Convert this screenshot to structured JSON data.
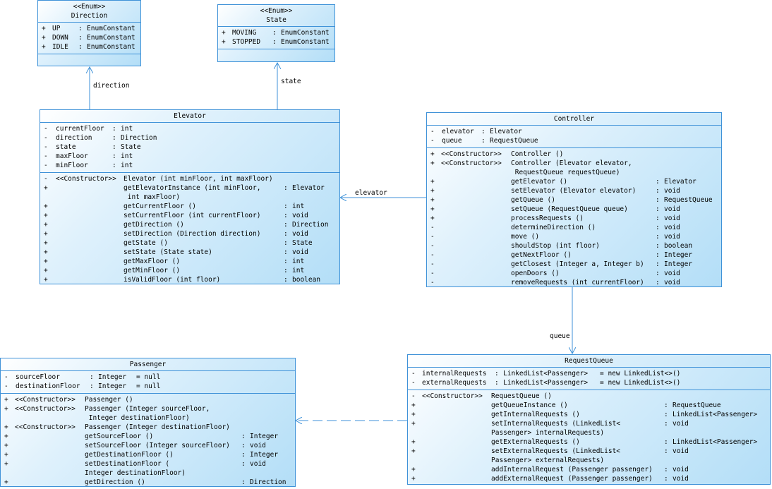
{
  "classes": [
    {
      "id": "direction",
      "stereotype": "<<Enum>>",
      "name": "Direction",
      "attributes": [
        [
          "+",
          "UP",
          "EnumConstant",
          ""
        ],
        [
          "+",
          "DOWN",
          "EnumConstant",
          ""
        ],
        [
          "+",
          "IDLE",
          "EnumConstant",
          ""
        ]
      ],
      "methods": []
    },
    {
      "id": "state",
      "stereotype": "<<Enum>>",
      "name": "State",
      "attributes": [
        [
          "+",
          "MOVING",
          "EnumConstant",
          ""
        ],
        [
          "+",
          "STOPPED",
          "EnumConstant",
          ""
        ]
      ],
      "methods": []
    },
    {
      "id": "elevator",
      "stereotype": "",
      "name": "Elevator",
      "attributes": [
        [
          "-",
          "currentFloor",
          "int",
          ""
        ],
        [
          "-",
          "direction",
          "Direction",
          ""
        ],
        [
          "-",
          "state",
          "State",
          ""
        ],
        [
          "-",
          "maxFloor",
          "int",
          ""
        ],
        [
          "-",
          "minFloor",
          "int",
          ""
        ]
      ],
      "methods": [
        [
          "-",
          "<<Constructor>>",
          "Elevator (int minFloor, int maxFloor)",
          ""
        ],
        [
          "+",
          "",
          "getElevatorInstance (int minFloor,",
          "Elevator"
        ],
        [
          "",
          "",
          " int maxFloor)",
          ""
        ],
        [
          "+",
          "",
          "getCurrentFloor ()",
          "int"
        ],
        [
          "+",
          "",
          "setCurrentFloor (int currentFloor)",
          "void"
        ],
        [
          "+",
          "",
          "getDirection ()",
          "Direction"
        ],
        [
          "+",
          "",
          "setDirection (Direction direction)",
          "void"
        ],
        [
          "+",
          "",
          "getState ()",
          "State"
        ],
        [
          "+",
          "",
          "setState (State state)",
          "void"
        ],
        [
          "+",
          "",
          "getMaxFloor ()",
          "int"
        ],
        [
          "+",
          "",
          "getMinFloor ()",
          "int"
        ],
        [
          "+",
          "",
          "isValidFloor (int floor)",
          "boolean"
        ]
      ]
    },
    {
      "id": "controller",
      "stereotype": "",
      "name": "Controller",
      "attributes": [
        [
          "-",
          "elevator",
          "Elevator",
          ""
        ],
        [
          "-",
          "queue",
          "RequestQueue",
          ""
        ]
      ],
      "methods": [
        [
          "+",
          "<<Constructor>>",
          "Controller ()",
          ""
        ],
        [
          "+",
          "<<Constructor>>",
          "Controller (Elevator elevator,",
          ""
        ],
        [
          "",
          "",
          " RequestQueue requestQueue)",
          ""
        ],
        [
          "+",
          "",
          "getElevator ()",
          "Elevator"
        ],
        [
          "+",
          "",
          "setElevator (Elevator elevator)",
          "void"
        ],
        [
          "+",
          "",
          "getQueue ()",
          "RequestQueue"
        ],
        [
          "+",
          "",
          "setQueue (RequestQueue queue)",
          "void"
        ],
        [
          "+",
          "",
          "processRequests ()",
          "void"
        ],
        [
          "-",
          "",
          "determineDirection ()",
          "void"
        ],
        [
          "-",
          "",
          "move ()",
          "void"
        ],
        [
          "-",
          "",
          "shouldStop (int floor)",
          "boolean"
        ],
        [
          "-",
          "",
          "getNextFloor ()",
          "Integer"
        ],
        [
          "-",
          "",
          "getClosest (Integer a, Integer b)",
          "Integer"
        ],
        [
          "-",
          "",
          "openDoors ()",
          "void"
        ],
        [
          "-",
          "",
          "removeRequests (int currentFloor)",
          "void"
        ]
      ]
    },
    {
      "id": "requestqueue",
      "stereotype": "",
      "name": "RequestQueue",
      "attributes": [
        [
          "-",
          "internalRequests",
          "LinkedList<Passenger>",
          "= new LinkedList<>()"
        ],
        [
          "-",
          "externalRequests",
          "LinkedList<Passenger>",
          "= new LinkedList<>()"
        ]
      ],
      "methods": [
        [
          "-",
          "<<Constructor>>",
          "RequestQueue ()",
          ""
        ],
        [
          "+",
          "",
          "getQueueInstance ()",
          "RequestQueue"
        ],
        [
          "+",
          "",
          "getInternalRequests ()",
          "LinkedList<Passenger>"
        ],
        [
          "+",
          "",
          "setInternalRequests (LinkedList<",
          "void"
        ],
        [
          "",
          "",
          "Passenger> internalRequests)",
          ""
        ],
        [
          "+",
          "",
          "getExternalRequests ()",
          "LinkedList<Passenger>"
        ],
        [
          "+",
          "",
          "setExternalRequests (LinkedList<",
          "void"
        ],
        [
          "",
          "",
          "Passenger> externalRequests)",
          ""
        ],
        [
          "+",
          "",
          "addInternalRequest (Passenger passenger)",
          "void"
        ],
        [
          "+",
          "",
          "addExternalRequest (Passenger passenger)",
          "void"
        ]
      ]
    },
    {
      "id": "passenger",
      "stereotype": "",
      "name": "Passenger",
      "attributes": [
        [
          "-",
          "sourceFloor",
          "Integer",
          "= null"
        ],
        [
          "-",
          "destinationFloor",
          "Integer",
          "= null"
        ]
      ],
      "methods": [
        [
          "+",
          "<<Constructor>>",
          "Passenger ()",
          ""
        ],
        [
          "+",
          "<<Constructor>>",
          "Passenger (Integer sourceFloor,",
          ""
        ],
        [
          "",
          "",
          " Integer destinationFloor)",
          ""
        ],
        [
          "+",
          "<<Constructor>>",
          "Passenger (Integer destinationFloor)",
          ""
        ],
        [
          "+",
          "",
          "getSourceFloor ()",
          "Integer"
        ],
        [
          "+",
          "",
          "setSourceFloor (Integer sourceFloor)",
          "void"
        ],
        [
          "+",
          "",
          "getDestinationFloor ()",
          "Integer"
        ],
        [
          "+",
          "",
          "setDestinationFloor (",
          "void"
        ],
        [
          "",
          "",
          "Integer destinationFloor)",
          ""
        ],
        [
          "+",
          "",
          "getDirection ()",
          "Direction"
        ]
      ]
    }
  ],
  "relations": [
    {
      "from": "Elevator",
      "to": "Direction",
      "label": "direction",
      "style": "solid"
    },
    {
      "from": "Elevator",
      "to": "State",
      "label": "state",
      "style": "solid"
    },
    {
      "from": "Controller",
      "to": "Elevator",
      "label": "elevator",
      "style": "solid"
    },
    {
      "from": "Controller",
      "to": "RequestQueue",
      "label": "queue",
      "style": "solid"
    },
    {
      "from": "RequestQueue",
      "to": "Passenger",
      "label": "",
      "style": "dashed"
    }
  ],
  "colors": {
    "border": "#3f92d8",
    "fill": "#b3def7",
    "line": "#3f92d8"
  }
}
